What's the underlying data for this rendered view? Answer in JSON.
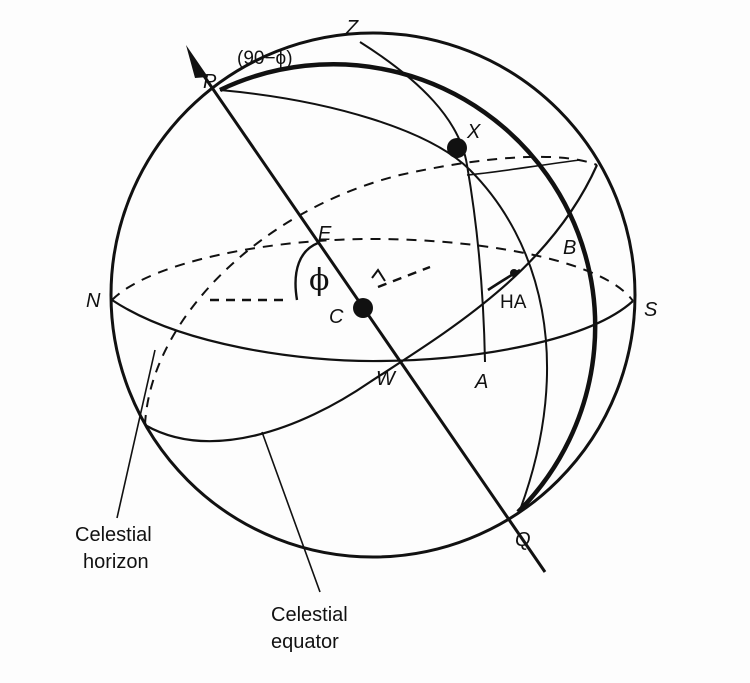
{
  "points": {
    "P": "P",
    "colatitude": "(90−ϕ)",
    "Z": "Z",
    "X": "X",
    "E": "E",
    "B": "B",
    "N": "N",
    "S": "S",
    "C": "C",
    "HA": "HA",
    "W": "W",
    "A": "A",
    "Q": "Q",
    "phi": "ϕ"
  },
  "captions": {
    "horizon_line1": "Celestial",
    "horizon_line2": "horizon",
    "equator_line1": "Celestial",
    "equator_line2": "equator"
  },
  "colors": {
    "ink": "#111111",
    "paper": "#fdfdfd"
  }
}
